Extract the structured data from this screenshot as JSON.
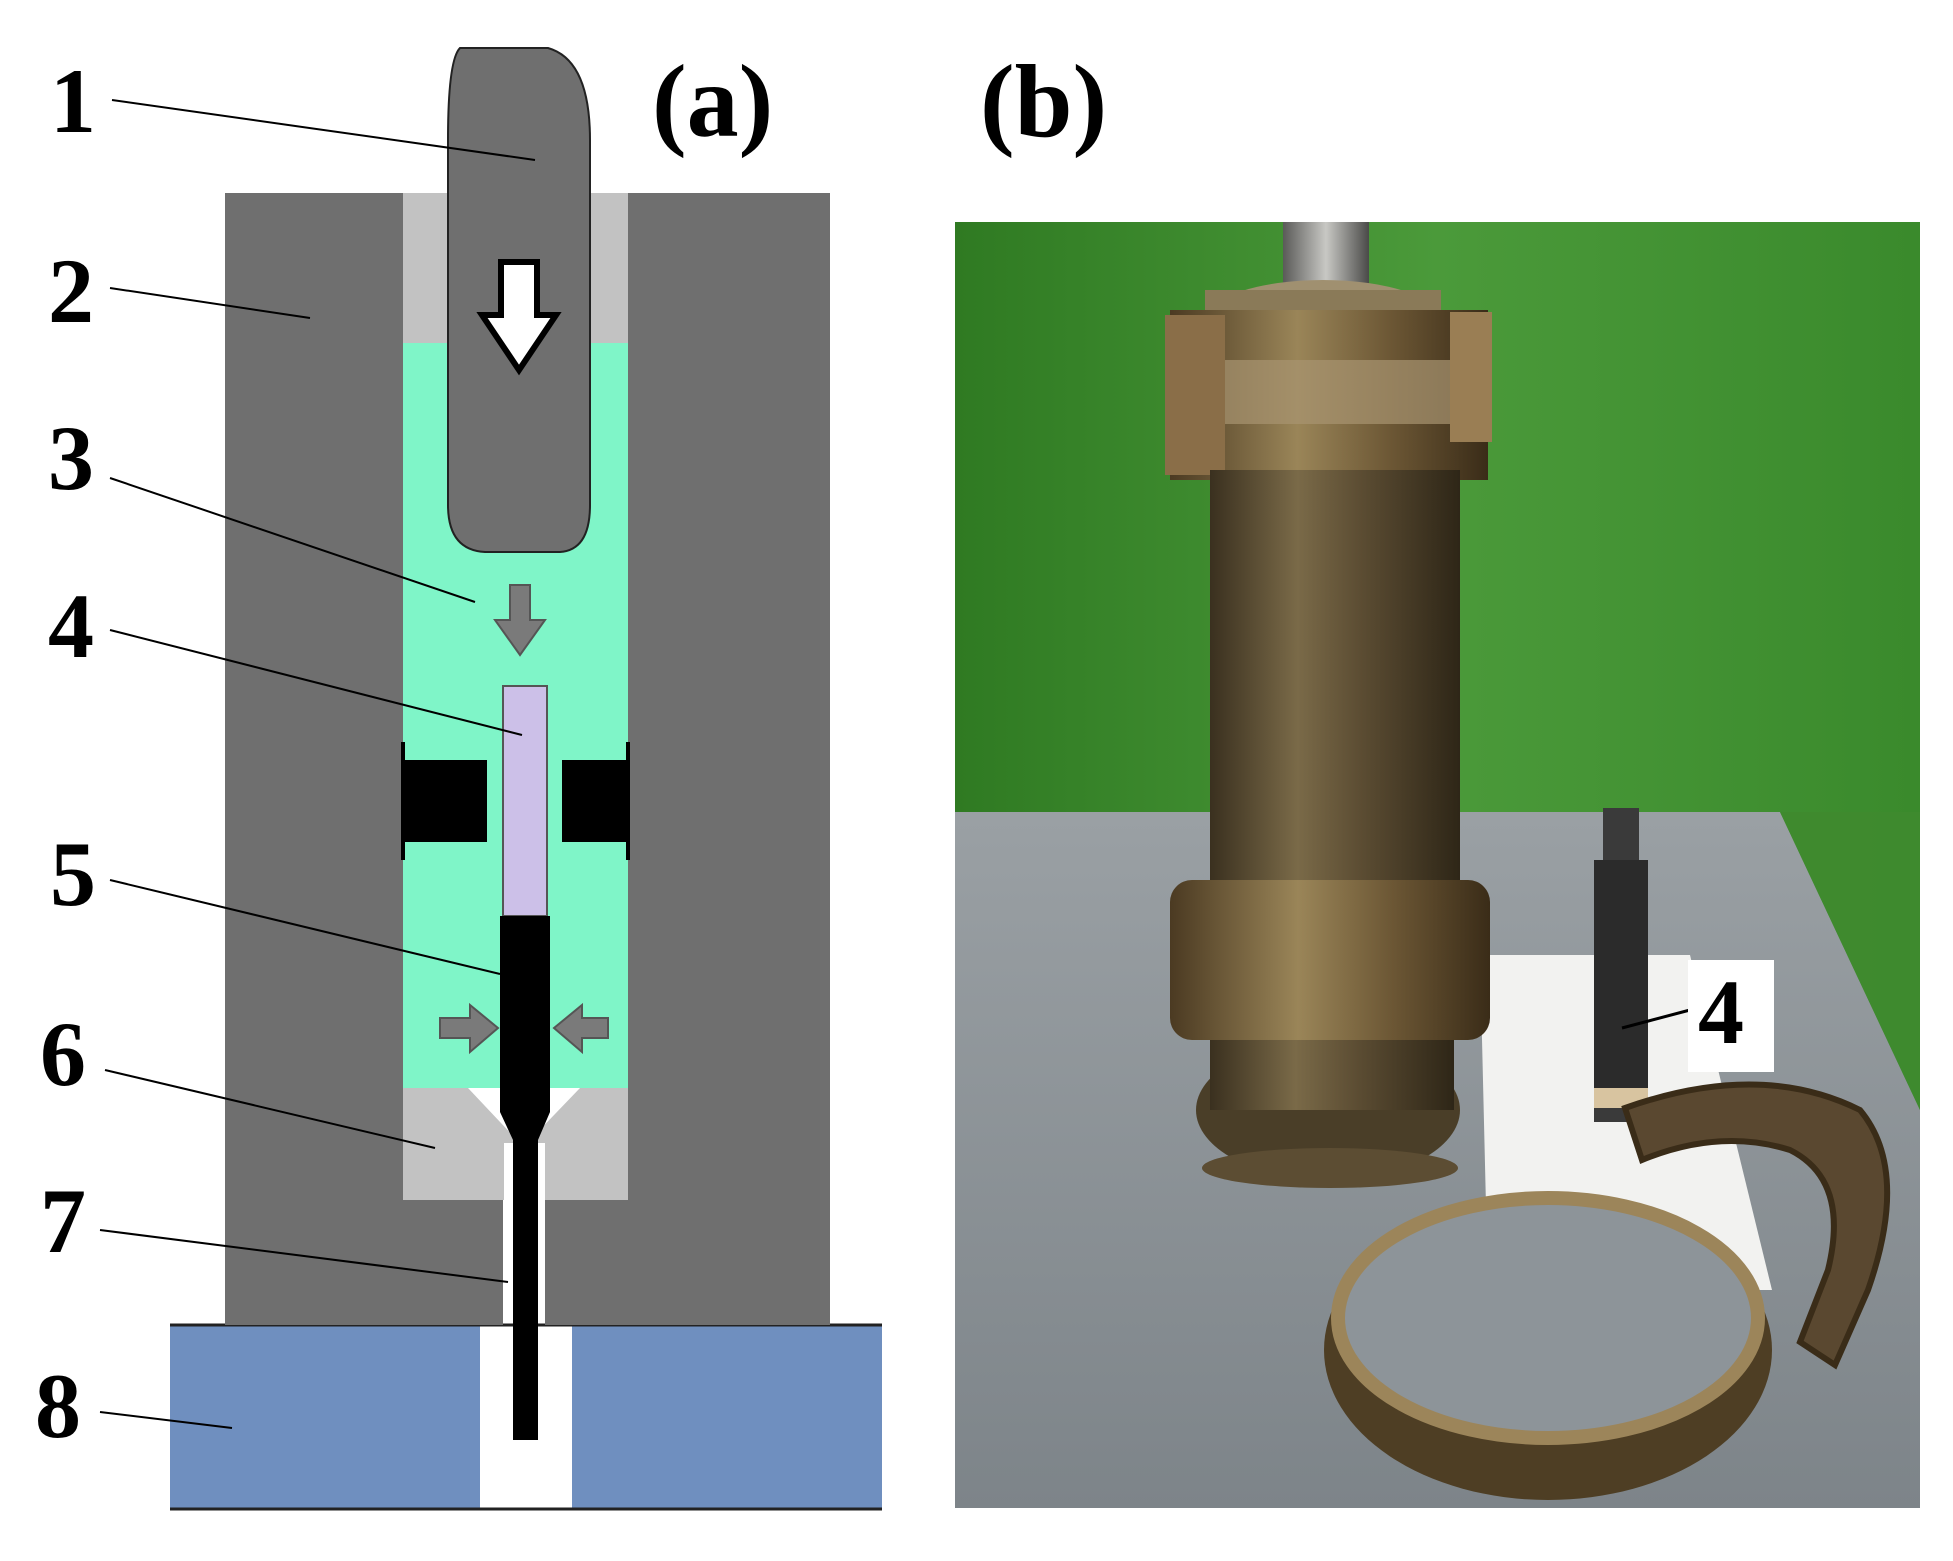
{
  "panels": {
    "a": {
      "label": "(a)"
    },
    "b": {
      "label": "(b)"
    }
  },
  "schematic": {
    "labels": [
      "1",
      "2",
      "3",
      "4",
      "5",
      "6",
      "7",
      "8"
    ],
    "colors": {
      "container": "#6f6f6f",
      "fluid": "#7ff5c8",
      "liner": "#c2c2c2",
      "billet": "#ccc0e8",
      "product": "#000000",
      "base": "#6f8fbf",
      "arrow": "#7a7a7a"
    }
  },
  "photo": {
    "callout_label": "4",
    "colors": {
      "wall": "#3f8a2f",
      "table": "#8d9499",
      "bronze": "#6b5a3c"
    }
  }
}
